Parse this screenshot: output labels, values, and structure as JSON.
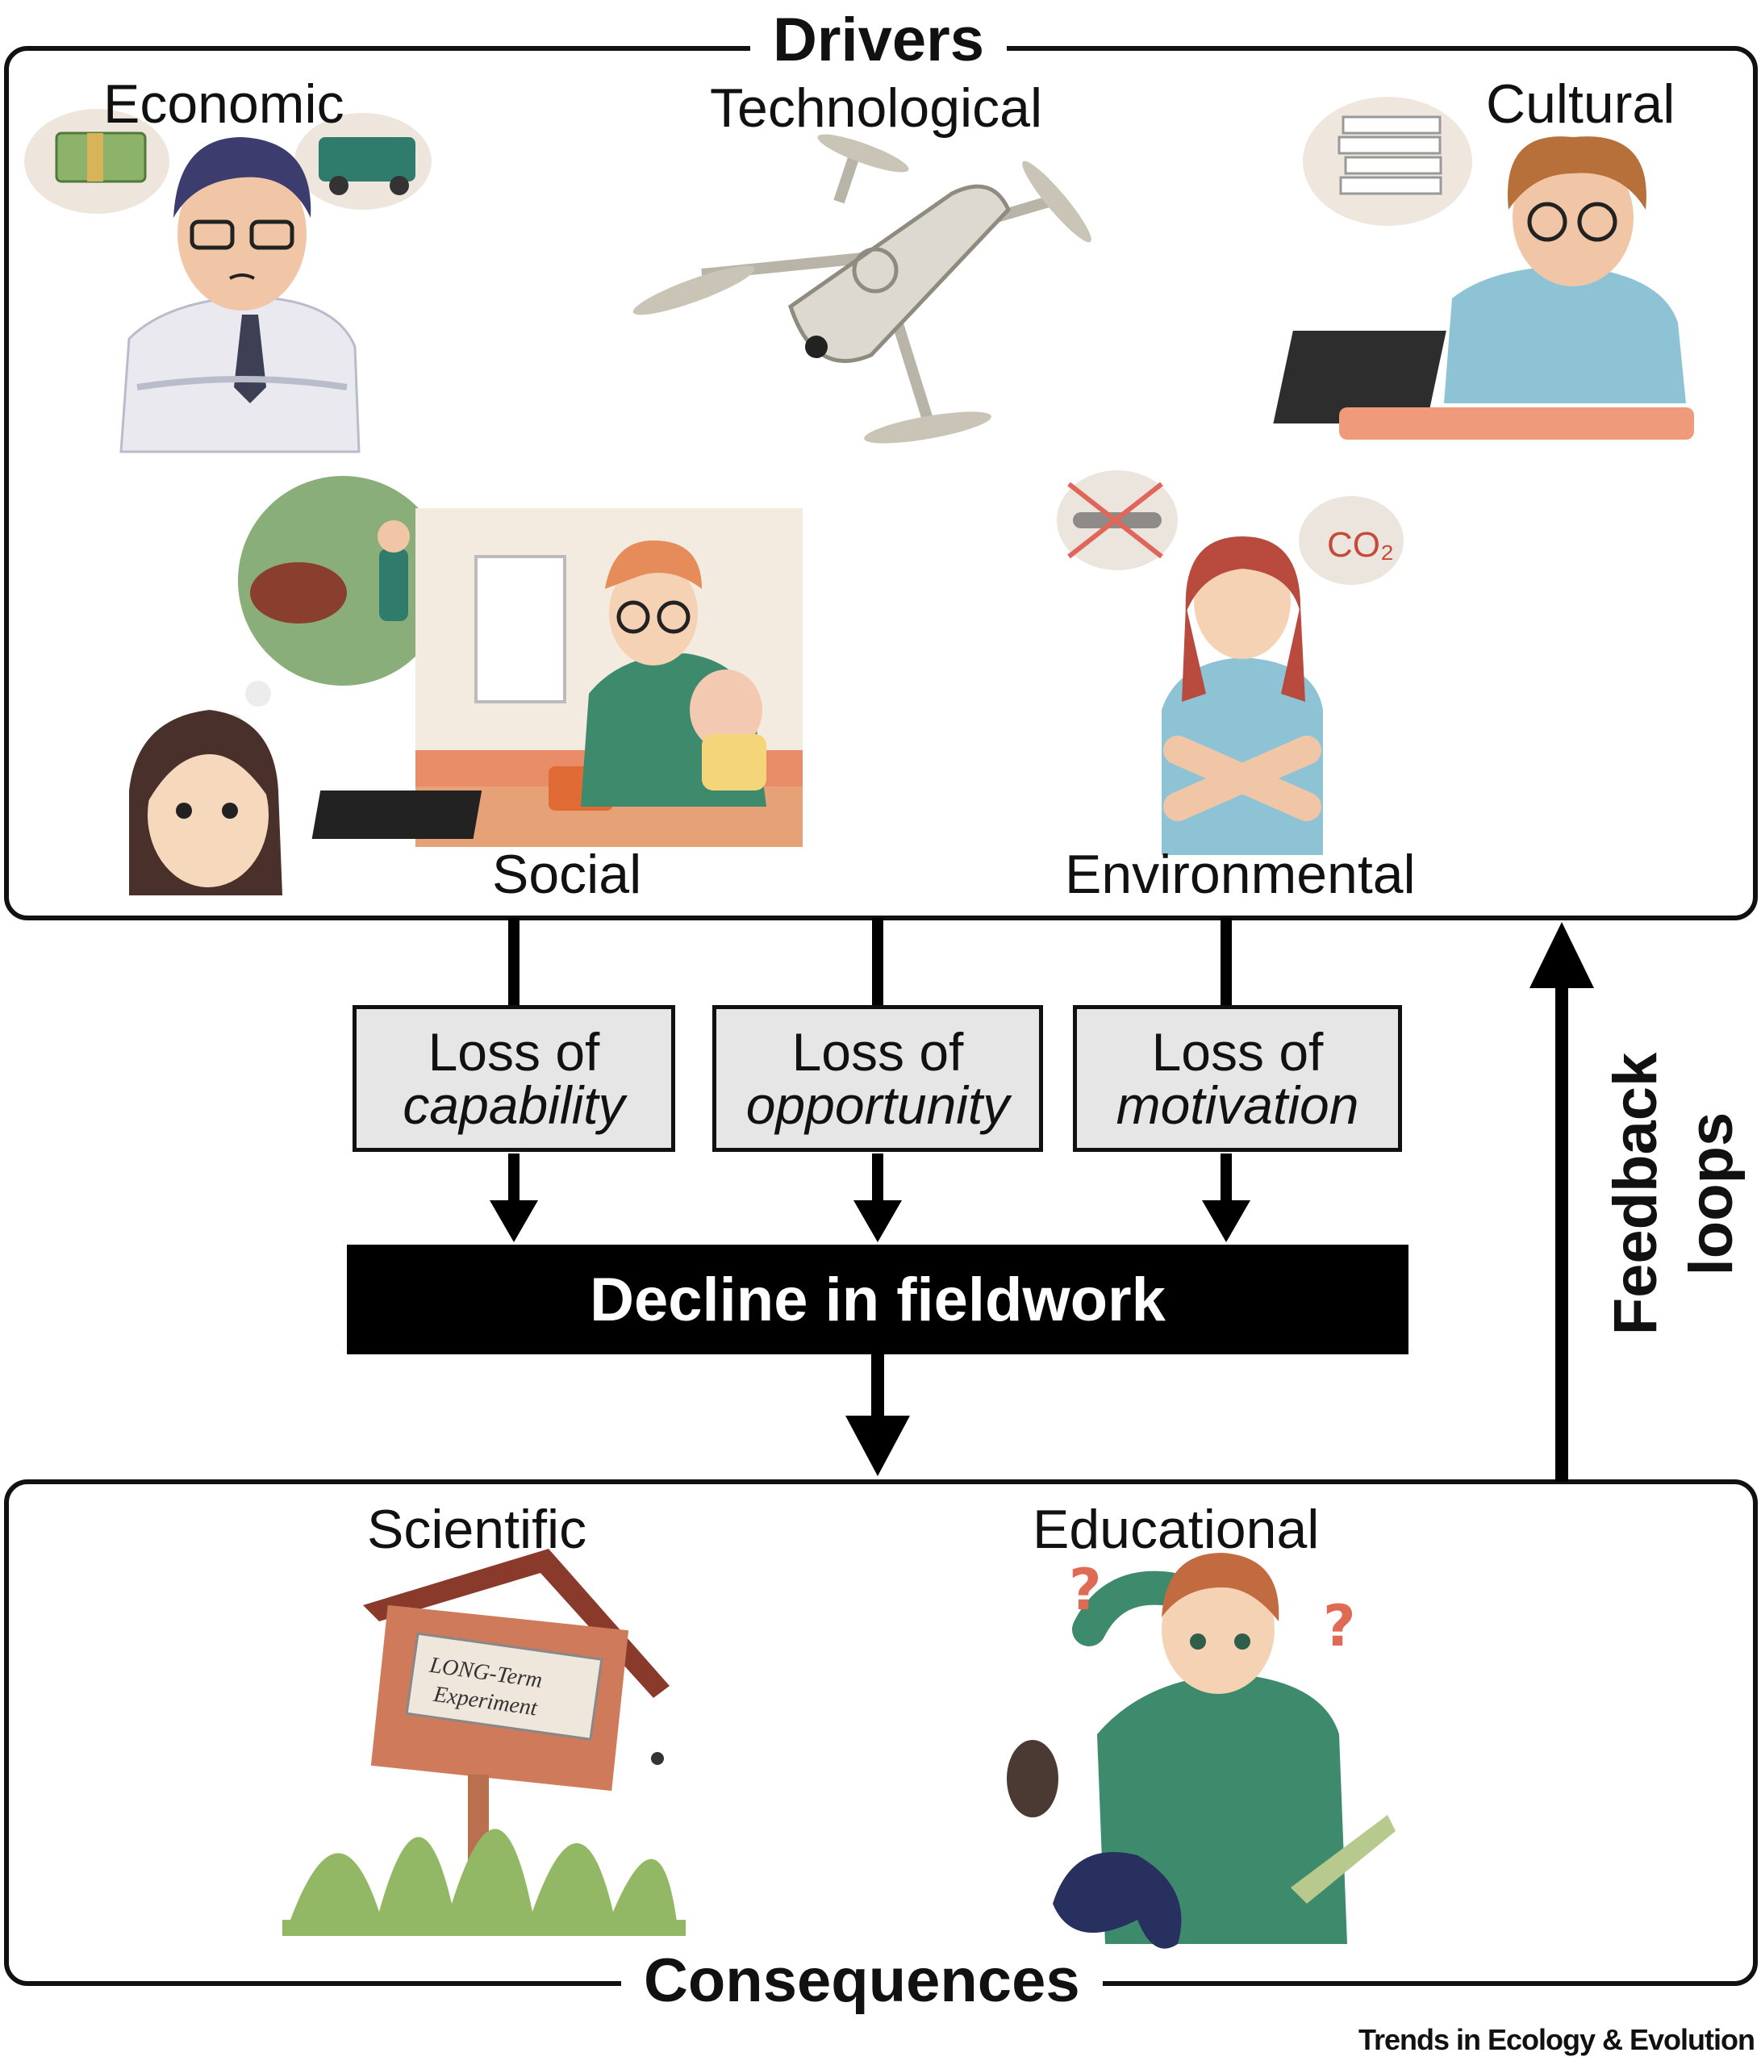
{
  "drivers": {
    "title": "Drivers",
    "economic": "Economic",
    "technological": "Technological",
    "cultural": "Cultural",
    "social": "Social",
    "environmental": "Environmental",
    "co2_text": "CO₂"
  },
  "losses": [
    {
      "line1": "Loss of",
      "line2": "capability"
    },
    {
      "line1": "Loss of",
      "line2": "opportunity"
    },
    {
      "line1": "Loss of",
      "line2": "motivation"
    }
  ],
  "decline": "Decline in fieldwork",
  "feedback": {
    "line1": "Feedback",
    "line2": "loops"
  },
  "consequences": {
    "title": "Consequences",
    "scientific": "Scientific",
    "educational": "Educational",
    "sign_line1": "LONG-Term",
    "sign_line2": "Experiment"
  },
  "credit": "Trends in Ecology & Evolution",
  "colors": {
    "box_fill": "#e6e6e6",
    "decline_fill": "#000000",
    "shirt_blue": "#8ec3d6",
    "sweater_green": "#3d8a6c",
    "wood": "#cf7a5a",
    "grass": "#93b865"
  }
}
